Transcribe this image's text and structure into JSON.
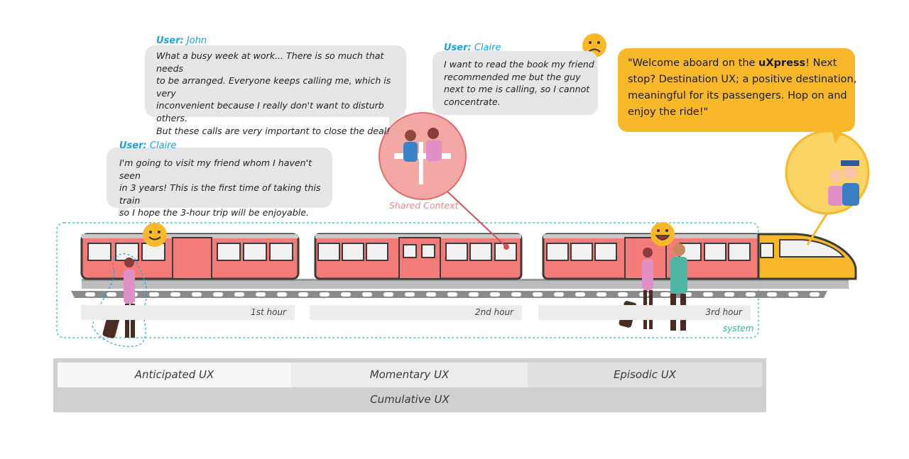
{
  "bubbles": {
    "john": {
      "user_label": "User:",
      "user_name": "John",
      "lines": [
        "What a busy week at work... There is so much that needs",
        "to be arranged. Everyone keeps calling me, which is very",
        "inconvenient because I really don't want to disturb others.",
        "But these calls are very important to close the deal!"
      ]
    },
    "claire_top": {
      "user_label": "User:",
      "user_name": "Claire",
      "lines": [
        "I want to read the book my friend",
        "recommended me but the guy",
        "next to me is calling, so I cannot",
        "concentrate."
      ]
    },
    "claire_left": {
      "user_label": "User:",
      "user_name": "Claire",
      "lines": [
        "I'm going to visit my friend whom I haven't seen",
        "in 3 years! This is the first time of taking this train",
        "so I hope the 3-hour trip will be enjoyable."
      ]
    },
    "welcome": {
      "line1_a": "\"Welcome aboard on the ",
      "line1_b": "uXpress",
      "line1_c": "! Next",
      "line2": "stop? Destination UX; a positive destination,",
      "line3": "meaningful for its passengers. Hop on and",
      "line4": "enjoy the ride!\""
    }
  },
  "labels": {
    "shared_context": "Shared Context",
    "system": "system"
  },
  "hours": [
    "1st hour",
    "2nd hour",
    "3rd hour"
  ],
  "ux": {
    "anticipated": "Anticipated UX",
    "momentary": "Momentary UX",
    "episodic": "Episodic UX",
    "cumulative": "Cumulative UX"
  },
  "colors": {
    "train_body": "#f47b77",
    "train_outline": "#3b3b3b",
    "engine": "#f8b82a",
    "bubble_grey": "#e6e6e7",
    "user_blue": "#1aa3dc",
    "context_red": "#f08585",
    "system_green": "#2fb79a"
  },
  "emoji": {
    "sad": "sad-face",
    "smile": "smile-face",
    "grin": "grin-face"
  }
}
